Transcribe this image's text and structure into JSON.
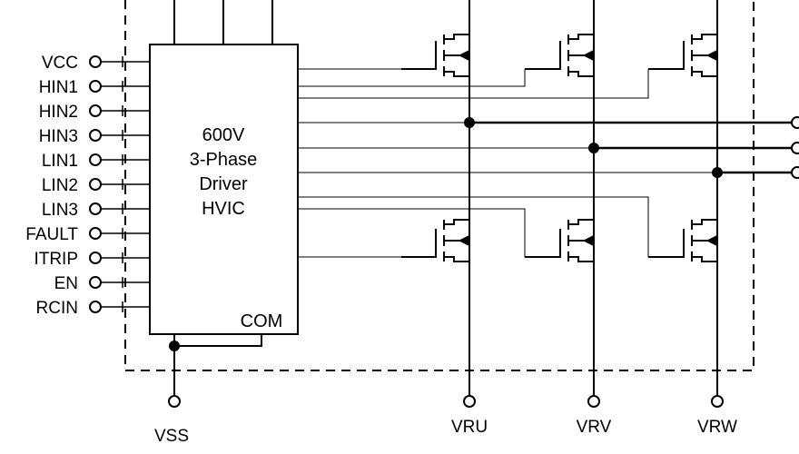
{
  "driver_ic": {
    "lines": [
      "600V",
      "3-Phase",
      "Driver",
      "HVIC"
    ],
    "com_label": "COM"
  },
  "input_pins": [
    "VCC",
    "HIN1",
    "HIN2",
    "HIN3",
    "LIN1",
    "LIN2",
    "LIN3",
    "FAULT",
    "ITRIP",
    "EN",
    "RCIN"
  ],
  "bottom_pins": [
    "VSS",
    "VRU",
    "VRV",
    "VRW"
  ]
}
